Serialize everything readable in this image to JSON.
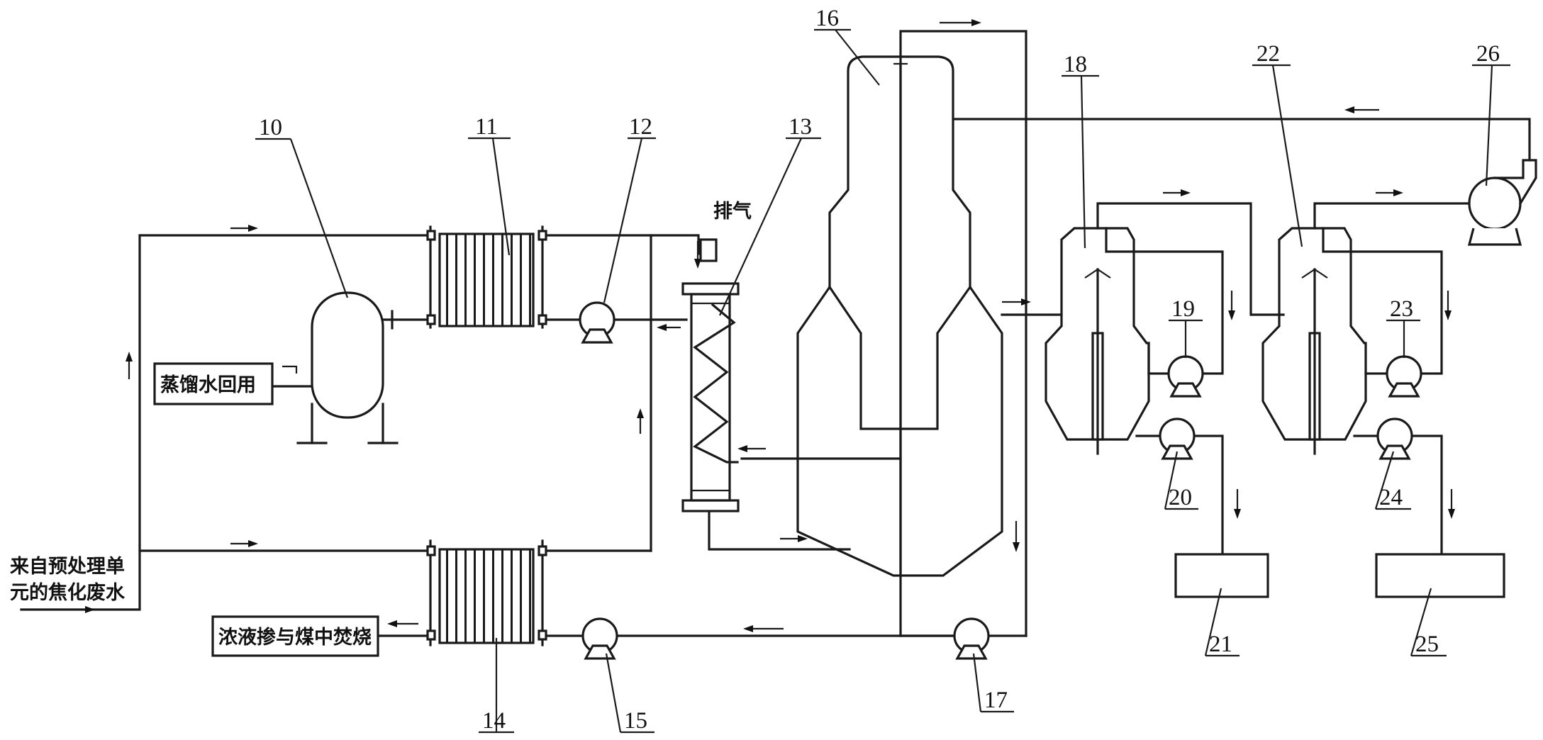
{
  "labels": {
    "n10": "10",
    "n11": "11",
    "n12": "12",
    "n13": "13",
    "n14": "14",
    "n15": "15",
    "n16": "16",
    "n17": "17",
    "n18": "18",
    "n19": "19",
    "n20": "20",
    "n21": "21",
    "n22": "22",
    "n23": "23",
    "n24": "24",
    "n25": "25",
    "n26": "26"
  },
  "text": {
    "inlet_line1": "来自预处理单",
    "inlet_line2": "元的焦化废水",
    "distilled_water": "蒸馏水回用",
    "concentrate": "浓液掺与煤中焚烧",
    "vent": "排气"
  }
}
